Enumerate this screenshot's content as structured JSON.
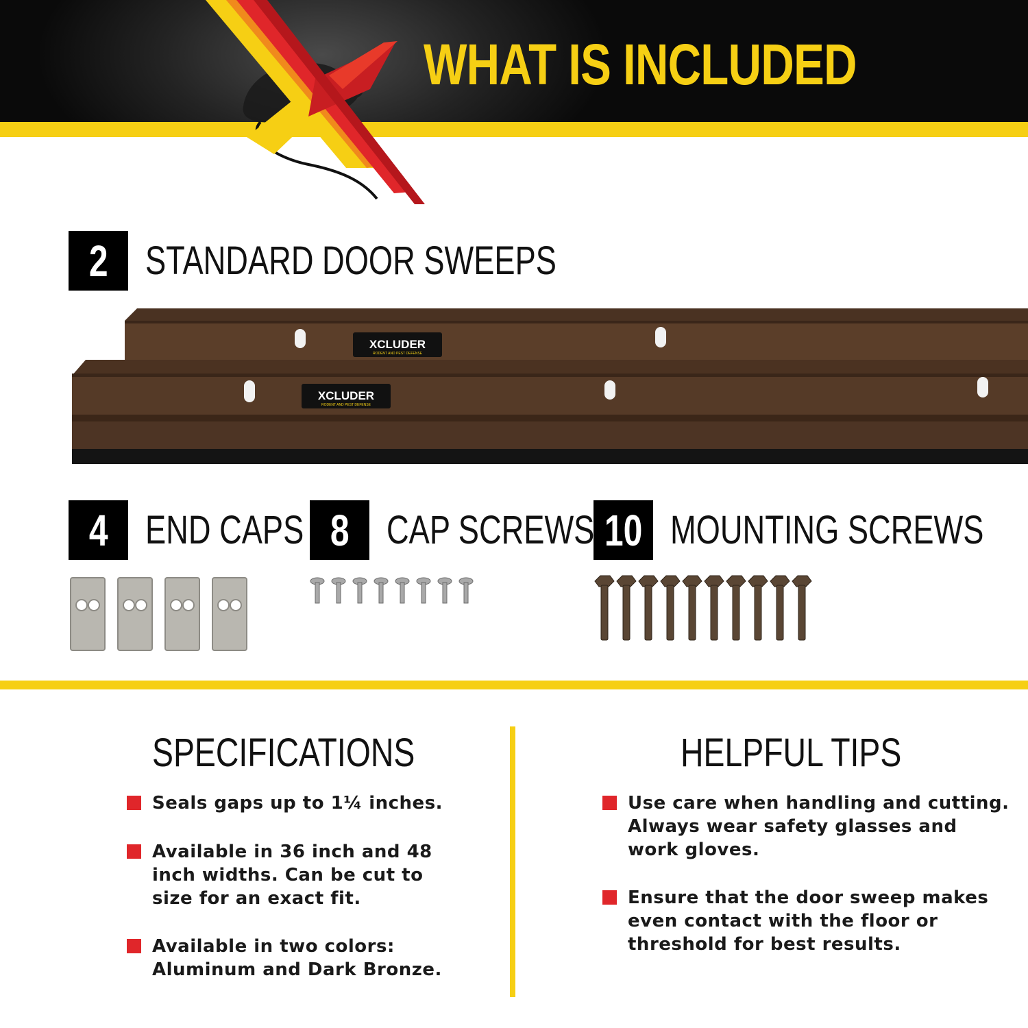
{
  "header": {
    "title": "WHAT IS INCLUDED",
    "brand_mark_icon": "xcluder-x-logo-icon",
    "colors": {
      "accent_yellow": "#f6cf14",
      "accent_red": "#e0262a",
      "header_black": "#0a0a0a"
    }
  },
  "items": [
    {
      "count": "2",
      "label": "STANDARD DOOR SWEEPS"
    },
    {
      "count": "4",
      "label": "END CAPS"
    },
    {
      "count": "8",
      "label": "CAP SCREWS"
    },
    {
      "count": "10",
      "label": "MOUNTING SCREWS"
    }
  ],
  "product": {
    "brand_label_main": "XCLUDER",
    "brand_label_sub": "RODENT AND PEST DEFENSE"
  },
  "specifications": {
    "title": "SPECIFICATIONS",
    "bullets": [
      "Seals gaps up to 1¼ inches.",
      "Available in 36 inch and 48\ninch widths. Can be cut to\nsize for an exact fit.",
      "Available in two colors:\nAluminum and Dark Bronze."
    ]
  },
  "tips": {
    "title": "HELPFUL TIPS",
    "bullets": [
      "Use care when handling and cutting.\nAlways wear safety glasses and\nwork gloves.",
      "Ensure that the door sweep makes\neven contact with the floor or\nthreshold for best results."
    ]
  }
}
